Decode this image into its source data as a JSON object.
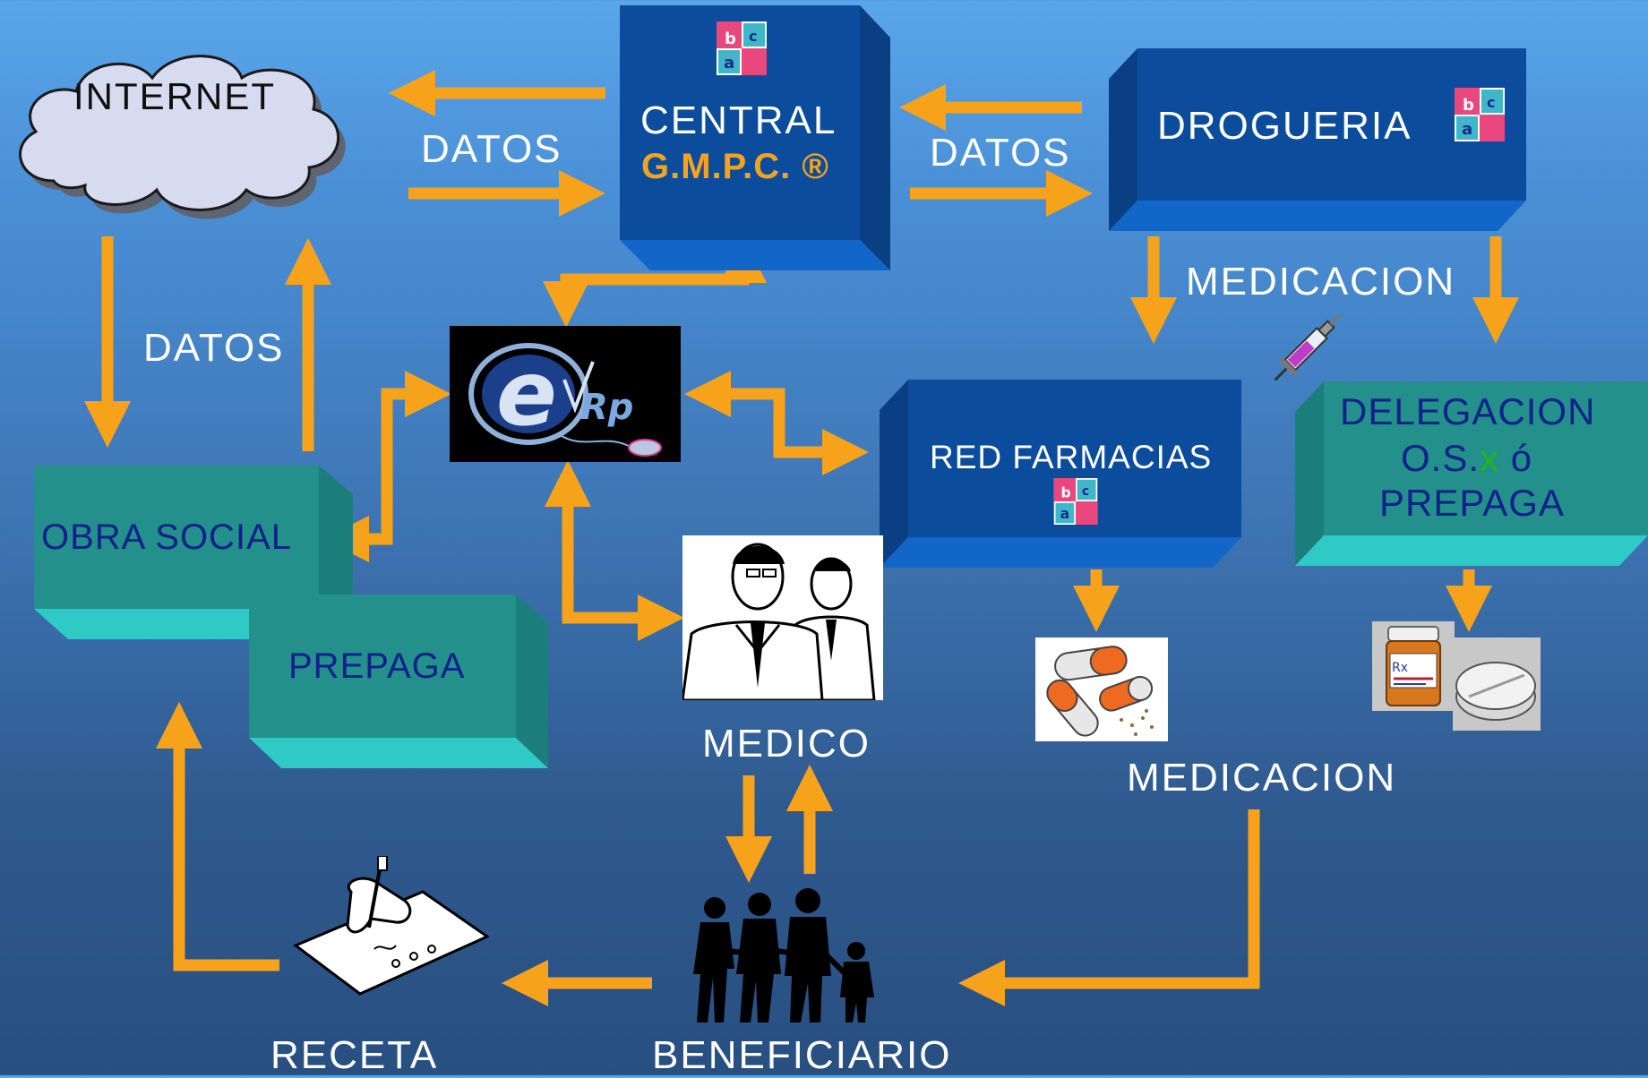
{
  "colors": {
    "arrow": "#f7a21b",
    "blue_box": "#0b4d9c",
    "blue_box_side": "#0a3f84",
    "teal_box": "#23908c",
    "teal_box_side": "#2fc9c6",
    "label_text": "#ffffff",
    "dark_text": "#10218a",
    "gmpc_text": "#f7a21b"
  },
  "nodes": {
    "internet": "INTERNET",
    "central_line1": "CENTRAL",
    "central_line2": "G.M.P.C. ®",
    "drogueria": "DROGUERIA",
    "obra_social": "OBRA SOCIAL",
    "prepaga": "PREPAGA",
    "red_farmacias": "RED FARMACIAS",
    "delegacion_line1": "DELEGACION",
    "delegacion_os": "O.S.",
    "delegacion_x": "x",
    "delegacion_o": "ó",
    "delegacion_line3": "PREPAGA",
    "erp_logo_e": "e",
    "erp_logo_rp": "Rp"
  },
  "labels": {
    "datos_top_left": "DATOS",
    "datos_top_right": "DATOS",
    "datos_left": "DATOS",
    "medicacion_top": "MEDICACION",
    "medicacion_bottom": "MEDICACION",
    "medico": "MEDICO",
    "beneficiario": "BENEFICIARIO",
    "receta": "RECETA"
  },
  "icons": {
    "cloud": "cloud-icon",
    "abc_logo": "abc-logo-icon",
    "syringe": "syringe-icon",
    "doctors": "doctors-icon",
    "family": "family-icon",
    "prescription": "prescription-writing-icon",
    "capsules": "capsules-icon",
    "pill_bottle": "pill-bottle-icon",
    "tablet": "tablet-icon"
  }
}
